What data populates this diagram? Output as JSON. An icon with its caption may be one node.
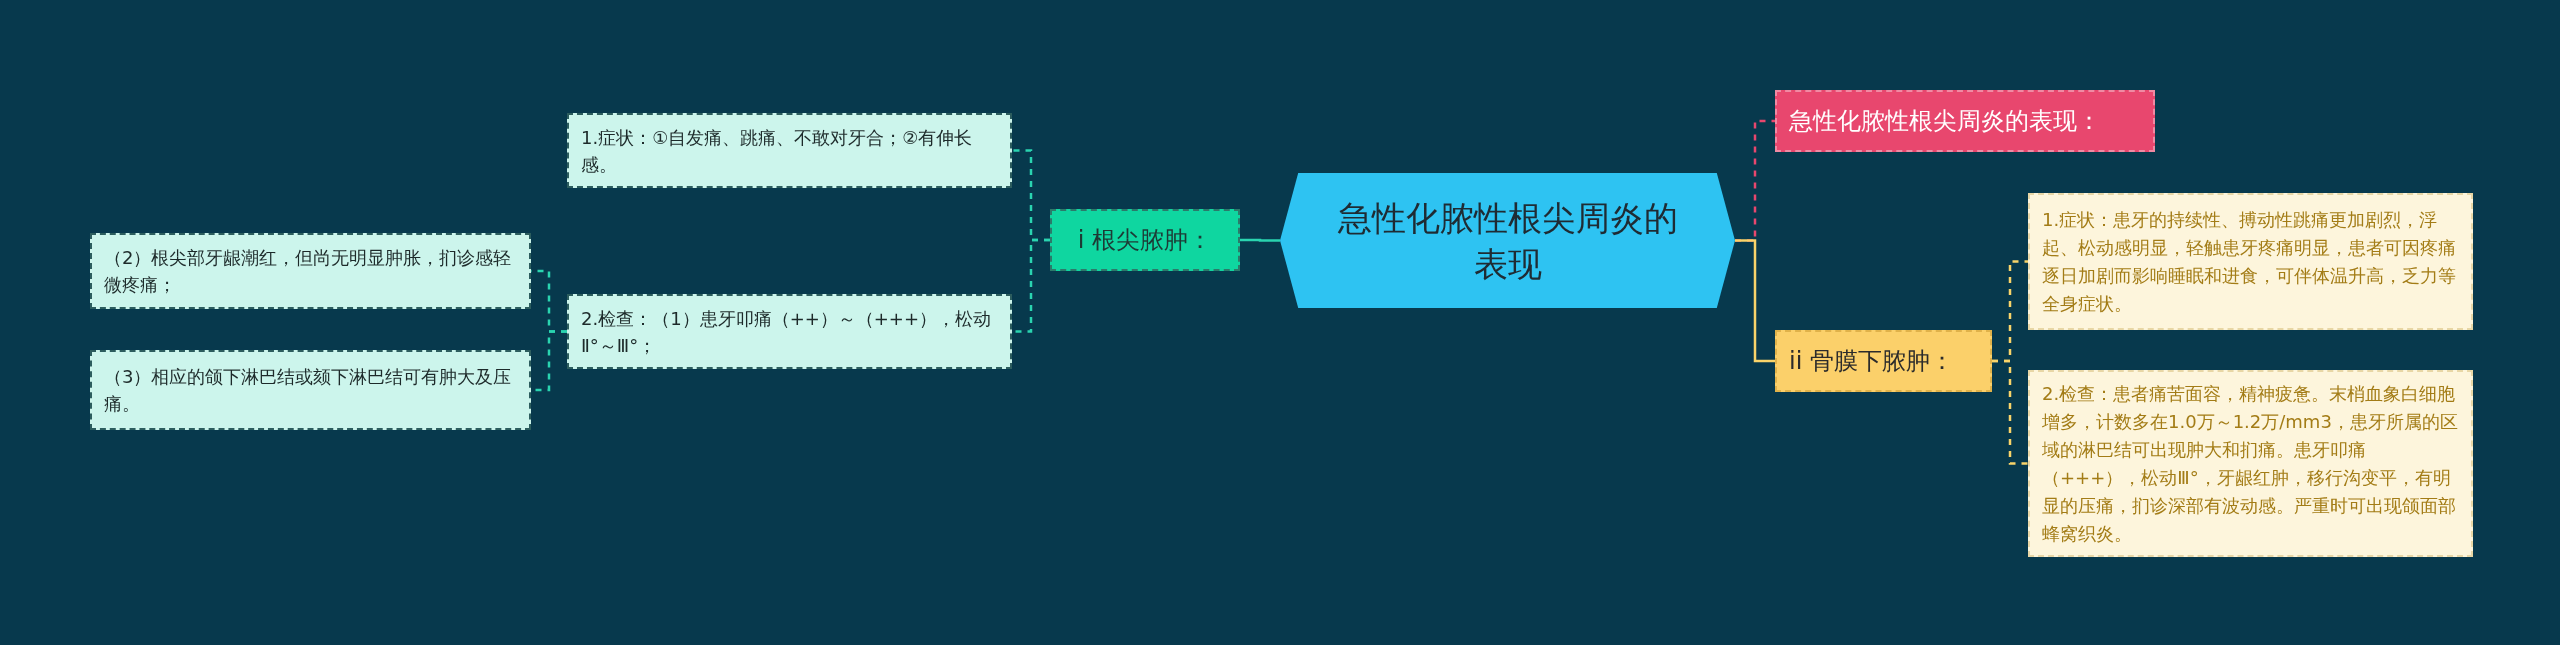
{
  "diagram": {
    "nodes": [
      {
        "text": [
          "急性化脓性根尖周炎的表现"
        ]
      },
      {
        "text": [
          "急性化脓性根尖周炎的表现："
        ]
      },
      {
        "text": [
          "ii 骨膜下脓肿："
        ]
      },
      {
        "text": [
          "1.症状：患牙的持续性、搏动性跳痛更加剧烈，浮起、松动感明显，轻触患牙疼痛明显，患者可因疼痛逐日加剧而影响睡眠和进食，可伴体温升高，乏力等全身症状。"
        ]
      },
      {
        "text": [
          "2.检查：患者痛苦面容，精神疲惫。末梢血象白细胞增多，计数多在1.0万～1.2万/mm3，患牙所属的区域的淋巴结可出现肿大和扪痛。患牙叩痛（+++），松动Ⅲ°，牙龈红肿，移行沟变平，有明显的压痛，扪诊深部有波动感。严重时可出现颌面部蜂窝织炎。"
        ]
      },
      {
        "text": [
          "ⅰ 根尖脓肿："
        ]
      },
      {
        "text": [
          "1.症状：①自发痛、跳痛、不敢对牙合；②有伸长感。"
        ]
      },
      {
        "text": [
          "2.检查：（1）患牙叩痛（++）～（+++），松动Ⅱ°～Ⅲ°；"
        ]
      },
      {
        "text": [
          "（2）根尖部牙龈潮红，但尚无明显肿胀，扪诊感轻微疼痛；"
        ]
      },
      {
        "text": [
          "（3）相应的颌下淋巴结或颏下淋巴结可有肿大及压痛。"
        ]
      }
    ],
    "edges": [
      {
        "from": 0,
        "to": 1,
        "arrow": "none",
        "style": "dashed",
        "color": "#e8476e"
      },
      {
        "from": 0,
        "to": 2,
        "arrow": "none",
        "color": "#f9d46a"
      },
      {
        "from": 2,
        "to": 3,
        "arrow": "none",
        "style": "dashed",
        "color": "#f9d46a"
      },
      {
        "from": 2,
        "to": 4,
        "arrow": "none",
        "style": "dashed",
        "color": "#f9d46a"
      },
      {
        "from": 0,
        "to": 5,
        "arrow": "none"
      },
      {
        "from": 5,
        "to": 6,
        "arrow": "none",
        "style": "dashed"
      },
      {
        "from": 5,
        "to": 7,
        "arrow": "none",
        "style": "dashed"
      },
      {
        "from": 7,
        "to": 8,
        "arrow": "none",
        "style": "dashed"
      },
      {
        "from": 7,
        "to": 9,
        "arrow": "none",
        "style": "dashed"
      }
    ]
  }
}
